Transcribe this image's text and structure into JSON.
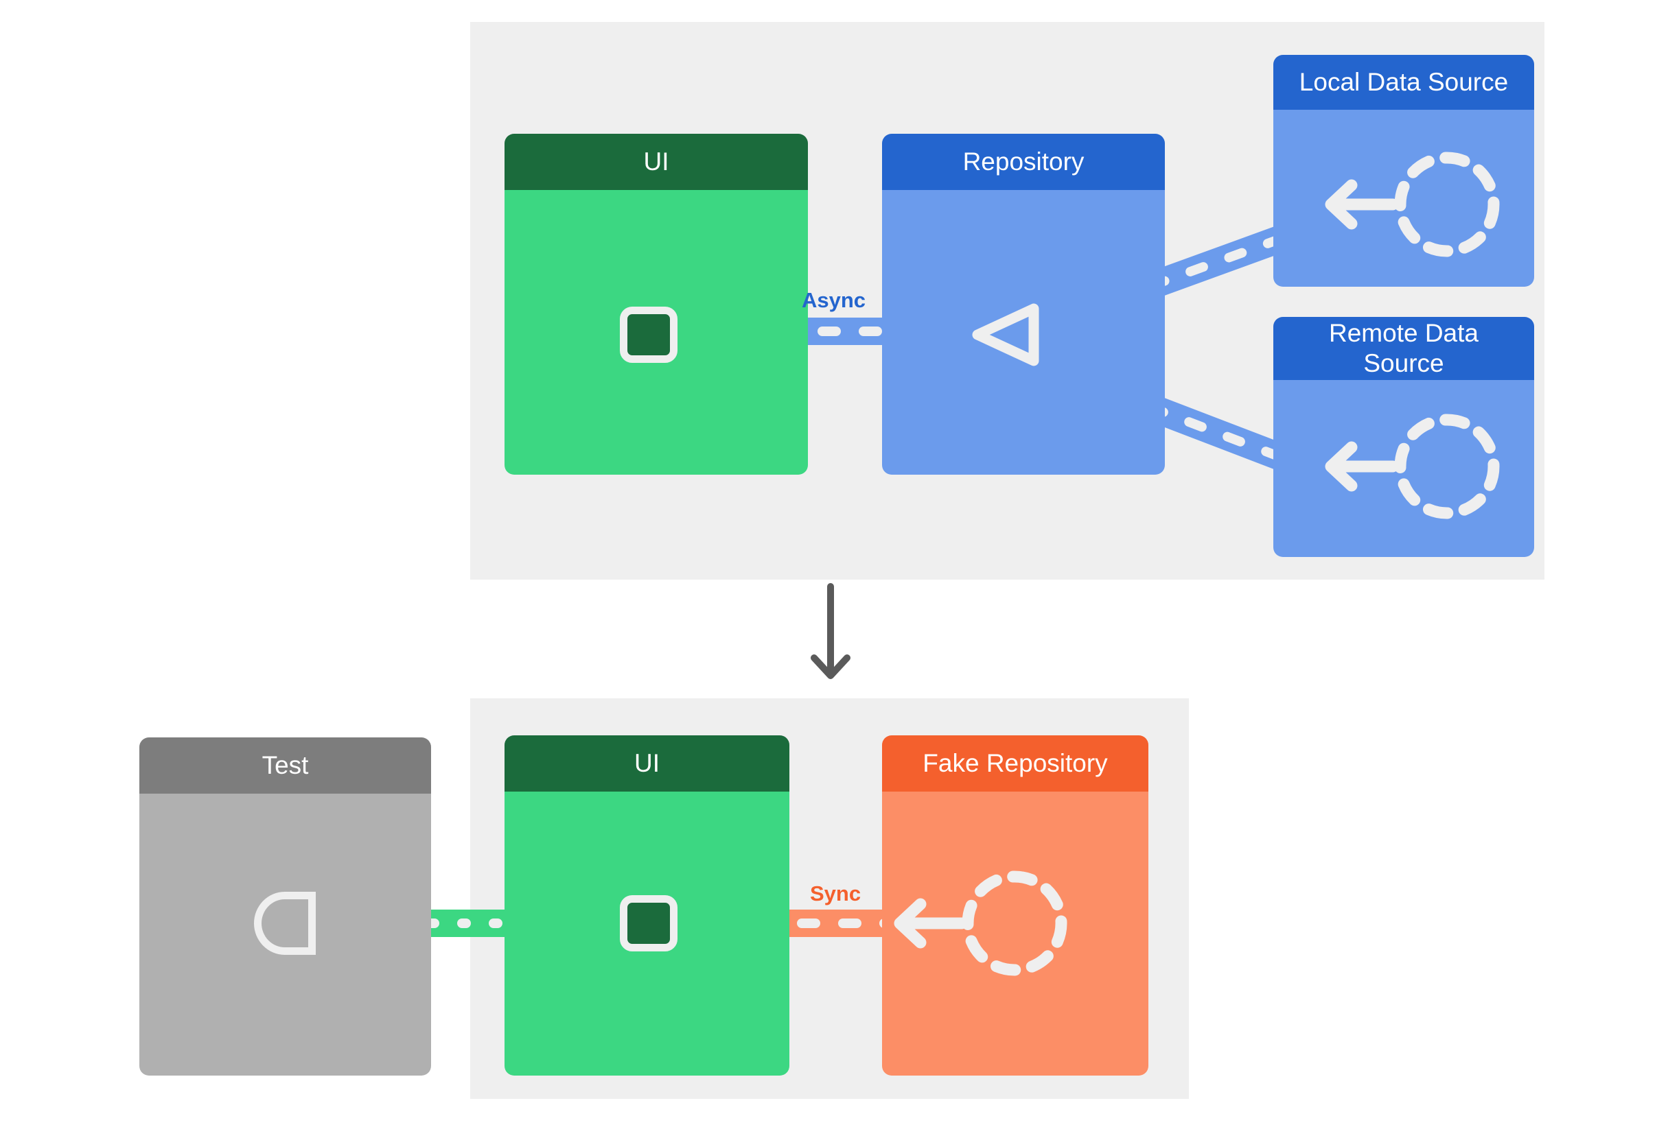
{
  "diagram": {
    "title_visible": false,
    "colors": {
      "panel_bg": "#efefef",
      "green_header": "#1b6b3c",
      "green_body": "#3cd782",
      "blue_header": "#2465ce",
      "blue_body": "#6b9bec",
      "orange_header": "#f4602d",
      "orange_body": "#fc8e66",
      "gray_header": "#7d7d7d",
      "gray_body": "#b0b0b0",
      "async_label": "#2465ce",
      "sync_label": "#f4602d",
      "flow_arrow": "#5a5a5a",
      "dash_white": "#efefef"
    }
  },
  "production_panel": {
    "name": "production-architecture-panel",
    "nodes": {
      "ui": {
        "title": "UI"
      },
      "repository": {
        "title": "Repository"
      },
      "local_data_source": {
        "title": "Local Data Source"
      },
      "remote_data_source": {
        "title": "Remote Data\nSource"
      }
    },
    "edges": {
      "ui_to_repository": {
        "label": "Async"
      },
      "repository_to_local": {
        "label": ""
      },
      "repository_to_remote": {
        "label": ""
      }
    }
  },
  "flow_arrow": {
    "direction": "down"
  },
  "test_panel": {
    "name": "test-architecture-panel",
    "nodes": {
      "test": {
        "title": "Test"
      },
      "ui": {
        "title": "UI"
      },
      "fake_repository": {
        "title": "Fake Repository"
      }
    },
    "edges": {
      "test_to_ui": {
        "label": ""
      },
      "ui_to_fake_repository": {
        "label": "Sync"
      }
    }
  }
}
